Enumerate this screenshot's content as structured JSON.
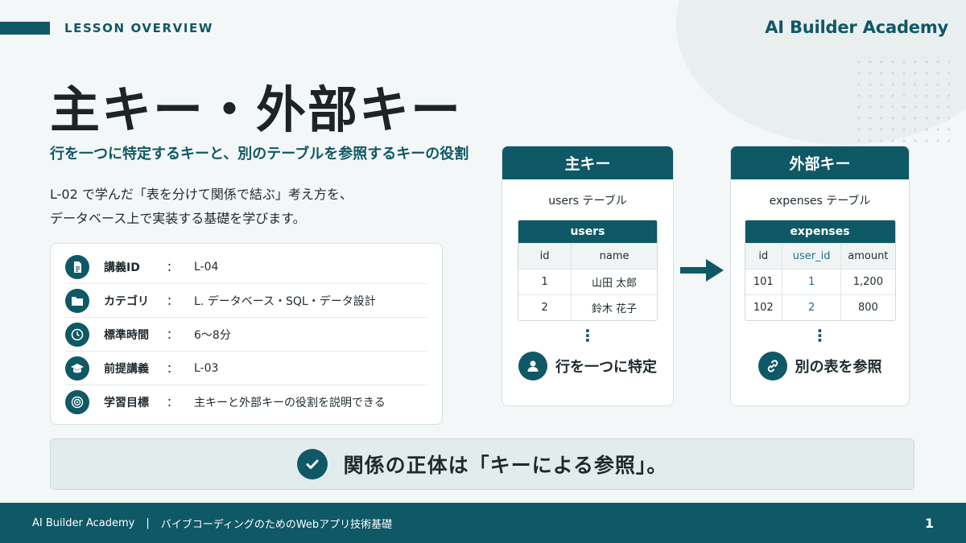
{
  "header": {
    "section": "LESSON OVERVIEW",
    "brand": "AI Builder Academy"
  },
  "title": "主キー・外部キー",
  "subtitle": "行を一つに特定するキーと、別のテーブルを参照するキーの役割",
  "lead": [
    "L-02 で学んだ「表を分けて関係で結ぶ」考え方を、",
    "データベース上で実装する基礎を学びます。"
  ],
  "info": [
    {
      "icon": "document-icon",
      "label": "講義ID",
      "colon": "：",
      "value": "L-04"
    },
    {
      "icon": "folder-icon",
      "label": "カテゴリ",
      "colon": "：",
      "value": "L. データベース・SQL・データ設計"
    },
    {
      "icon": "clock-icon",
      "label": "標準時間",
      "colon": "：",
      "value": "6〜8分"
    },
    {
      "icon": "graduation-cap-icon",
      "label": "前提講義",
      "colon": "：",
      "value": "L-03"
    },
    {
      "icon": "target-icon",
      "label": "学習目標",
      "colon": "：",
      "value": "主キーと外部キーの役割を説明できる"
    }
  ],
  "primary_key": {
    "heading": "主キー",
    "caption": "users テーブル",
    "table_name": "users",
    "columns": [
      "id",
      "name"
    ],
    "rows": [
      [
        "1",
        "山田 太郎"
      ],
      [
        "2",
        "鈴木 花子"
      ]
    ],
    "ellipsis": "⋮",
    "foot_icon": "user-icon",
    "foot_label": "行を一つに特定"
  },
  "foreign_key": {
    "heading": "外部キー",
    "caption": "expenses テーブル",
    "table_name": "expenses",
    "columns": [
      "id",
      "user_id",
      "amount"
    ],
    "rows": [
      [
        "101",
        "1",
        "1,200"
      ],
      [
        "102",
        "2",
        "800"
      ]
    ],
    "ellipsis": "⋮",
    "foot_icon": "link-icon",
    "foot_label": "別の表を参照"
  },
  "banner": {
    "icon": "check-icon",
    "text": "関係の正体は「キーによる参照」。"
  },
  "footer": {
    "brand": "AI Builder Academy",
    "separator": "|",
    "course": "バイブコーディングのためのWebアプリ技術基礎",
    "page": "1"
  },
  "colors": {
    "accent": "#0f5866",
    "background": "#f4f7f7",
    "fk_text": "#1b6f8e"
  }
}
